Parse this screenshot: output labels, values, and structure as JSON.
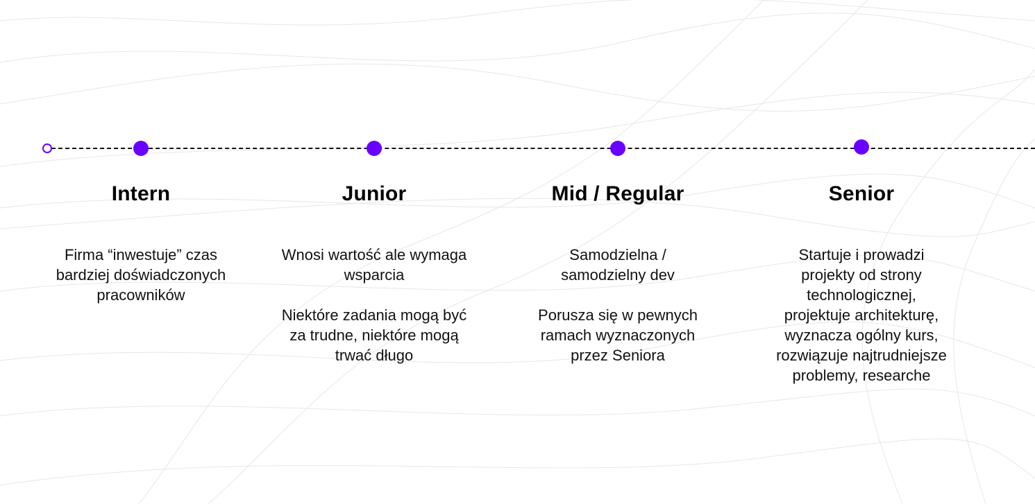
{
  "accent_color": "#6a00ff",
  "timeline": {
    "start_marker": "hollow-circle",
    "stages": [
      {
        "title": "Intern",
        "paragraphs": [
          "Firma “inwestuje” czas bardziej doświadczonych pracowników"
        ]
      },
      {
        "title": "Junior",
        "paragraphs": [
          "Wnosi wartość ale wymaga wsparcia",
          "Niektóre zadania mogą być za trudne, niektóre mogą trwać długo"
        ]
      },
      {
        "title": "Mid / Regular",
        "paragraphs": [
          "Samodzielna / samodzielny dev",
          "Porusza się w pewnych ramach wyznaczonych przez Seniora"
        ]
      },
      {
        "title": "Senior",
        "paragraphs": [
          "Startuje i prowadzi projekty od strony technologicznej, projektuje architekturę, wyznacza ogólny kurs, rozwiązuje najtrudniejsze problemy, researche"
        ]
      }
    ]
  }
}
